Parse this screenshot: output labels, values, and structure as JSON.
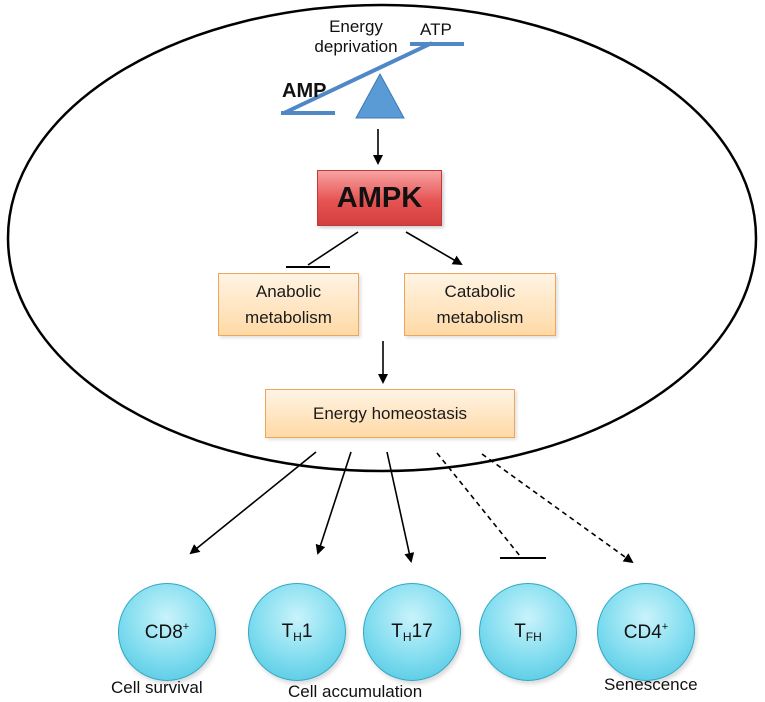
{
  "balance": {
    "energy_line1": "Energy",
    "energy_line2": "deprivation",
    "atp": "ATP",
    "amp": "AMP"
  },
  "ampk": "AMPK",
  "anabolic": {
    "line1": "Anabolic",
    "line2": "metabolism"
  },
  "catabolic": {
    "line1": "Catabolic",
    "line2": "metabolism"
  },
  "homeostasis": "Energy homeostasis",
  "cells": {
    "cd8": {
      "base": "CD8",
      "sup": "+"
    },
    "th1": {
      "base": "T",
      "sub": "H",
      "suffix": "1"
    },
    "th17": {
      "base": "T",
      "sub": "H",
      "suffix": "17"
    },
    "tfh": {
      "base": "T",
      "sub": "FH"
    },
    "cd4": {
      "base": "CD4",
      "sup": "+"
    }
  },
  "outcomes": {
    "survival": "Cell survival",
    "accumulation": "Cell accumulation",
    "senescence": "Senescence"
  },
  "colors": {
    "balance_blue": "#4f87c7",
    "ampk_red": "#e65353",
    "box_orange": "#ffd9a6",
    "cell_cyan": "#7fdcef"
  }
}
